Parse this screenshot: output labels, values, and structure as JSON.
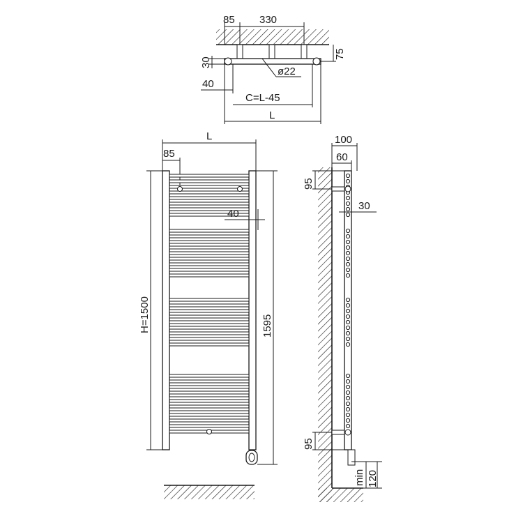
{
  "top_view": {
    "dim_85": "85",
    "dim_330": "330",
    "dim_75": "75",
    "dim_30": "30",
    "dim_40": "40",
    "dim_diameter": "ø22",
    "dim_c": "C=L-45",
    "dim_l": "L"
  },
  "front_view": {
    "dim_l": "L",
    "dim_85": "85",
    "dim_40": "40",
    "dim_height": "H=1500",
    "dim_total": "1595"
  },
  "side_view": {
    "dim_100": "100",
    "dim_60": "60",
    "dim_95_top": "95",
    "dim_30": "30",
    "dim_95_bottom": "95",
    "dim_min": "min",
    "dim_120": "120"
  }
}
